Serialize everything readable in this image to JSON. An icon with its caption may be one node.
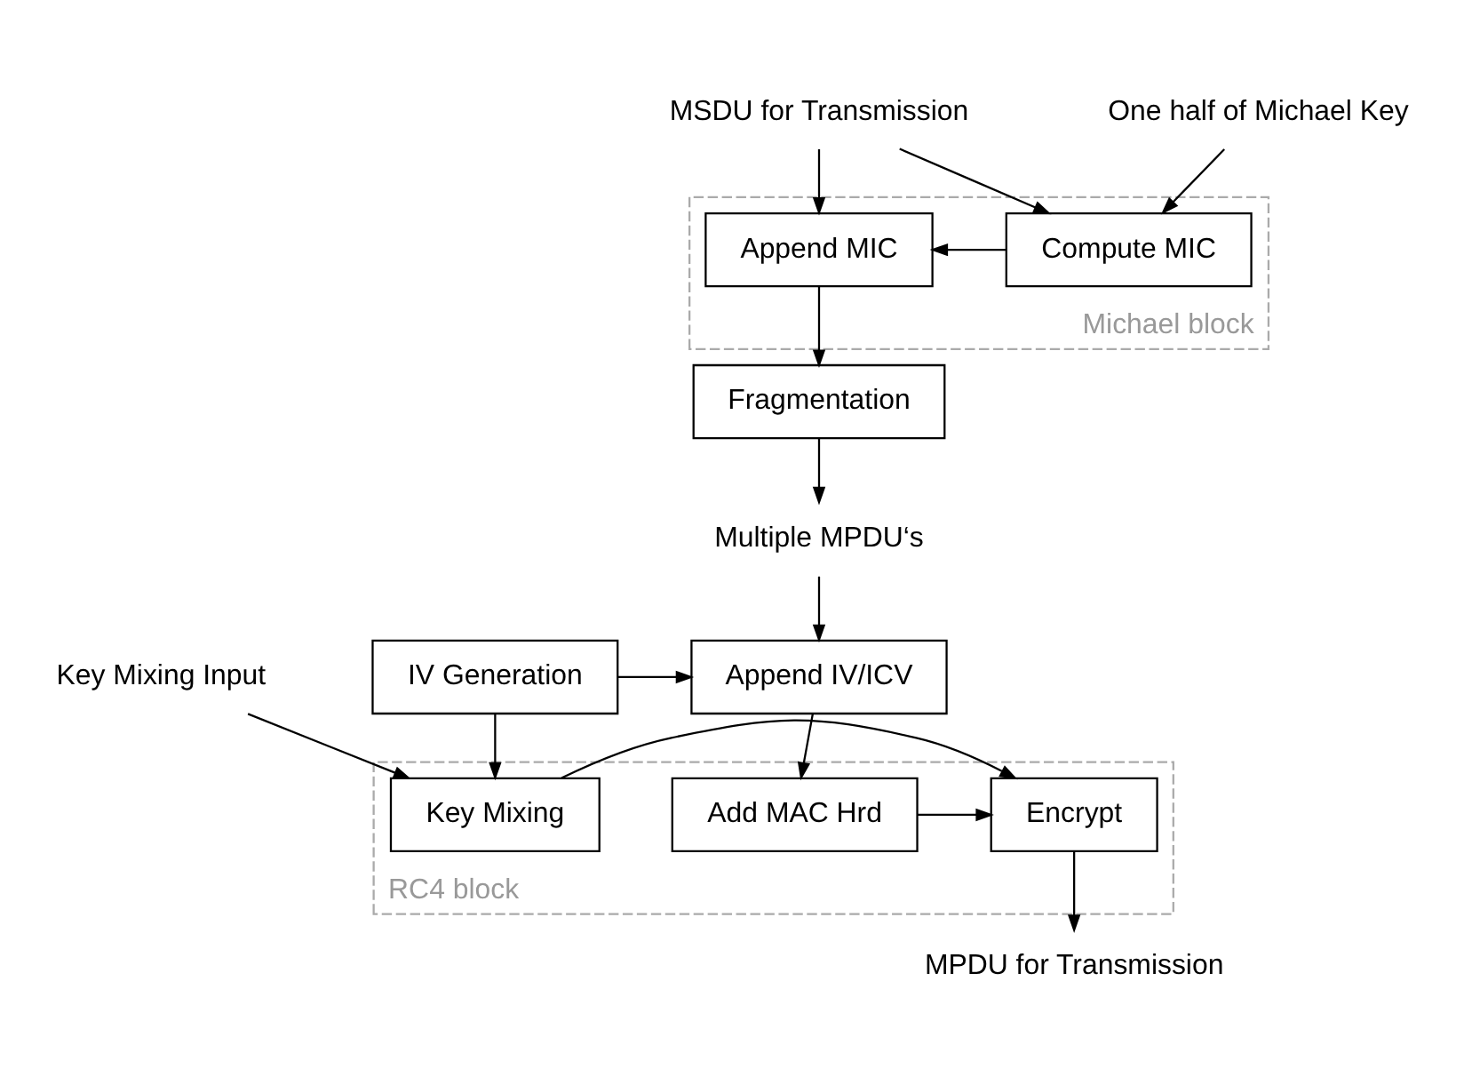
{
  "diagram": {
    "nodes": [
      {
        "text": [
          "MSDU for Transmission"
        ]
      },
      {
        "text": [
          "Michael block"
        ]
      },
      {
        "text": [
          "One half of Michael Key"
        ]
      },
      {
        "text": [
          "Compute MIC"
        ],
        "in": 1
      },
      {
        "text": [
          "Append MIC"
        ],
        "in": 1
      },
      {
        "text": [
          "Fragmentation"
        ]
      },
      {
        "text": [
          "Multiple MPDU‘s"
        ]
      },
      {
        "text": [
          "Key Mixing Input"
        ]
      },
      {
        "text": [
          "IV Generation"
        ]
      },
      {
        "text": [
          "Append IV/ICV"
        ]
      },
      {
        "text": [
          "RC4 block"
        ]
      },
      {
        "text": [
          "Key Mixing"
        ],
        "in": 10
      },
      {
        "text": [
          "Encrypt"
        ],
        "in": 10
      },
      {
        "text": [
          "Add MAC Hrd"
        ],
        "in": 10
      },
      {
        "text": [
          "MPDU for Transmission"
        ]
      }
    ],
    "edges": [
      {
        "from": 0,
        "to": 3,
        "arrow": "to"
      },
      {
        "from": 0,
        "to": 4,
        "arrow": "to"
      },
      {
        "from": 2,
        "to": 3,
        "arrow": "to"
      },
      {
        "from": 3,
        "to": 4,
        "arrow": "to"
      },
      {
        "from": 4,
        "to": 5,
        "arrow": "to"
      },
      {
        "from": 5,
        "to": 6,
        "arrow": "to"
      },
      {
        "from": 6,
        "to": 9,
        "arrow": "to"
      },
      {
        "from": 8,
        "to": 9,
        "arrow": "to"
      },
      {
        "from": 8,
        "to": 11,
        "arrow": "to"
      },
      {
        "from": 7,
        "to": 11,
        "arrow": "to"
      },
      {
        "from": 9,
        "to": 13,
        "arrow": "to"
      },
      {
        "from": 11,
        "to": 12,
        "arrow": "to"
      },
      {
        "from": 13,
        "to": 12,
        "arrow": "to"
      },
      {
        "from": 12,
        "to": 14,
        "arrow": "to"
      }
    ]
  }
}
